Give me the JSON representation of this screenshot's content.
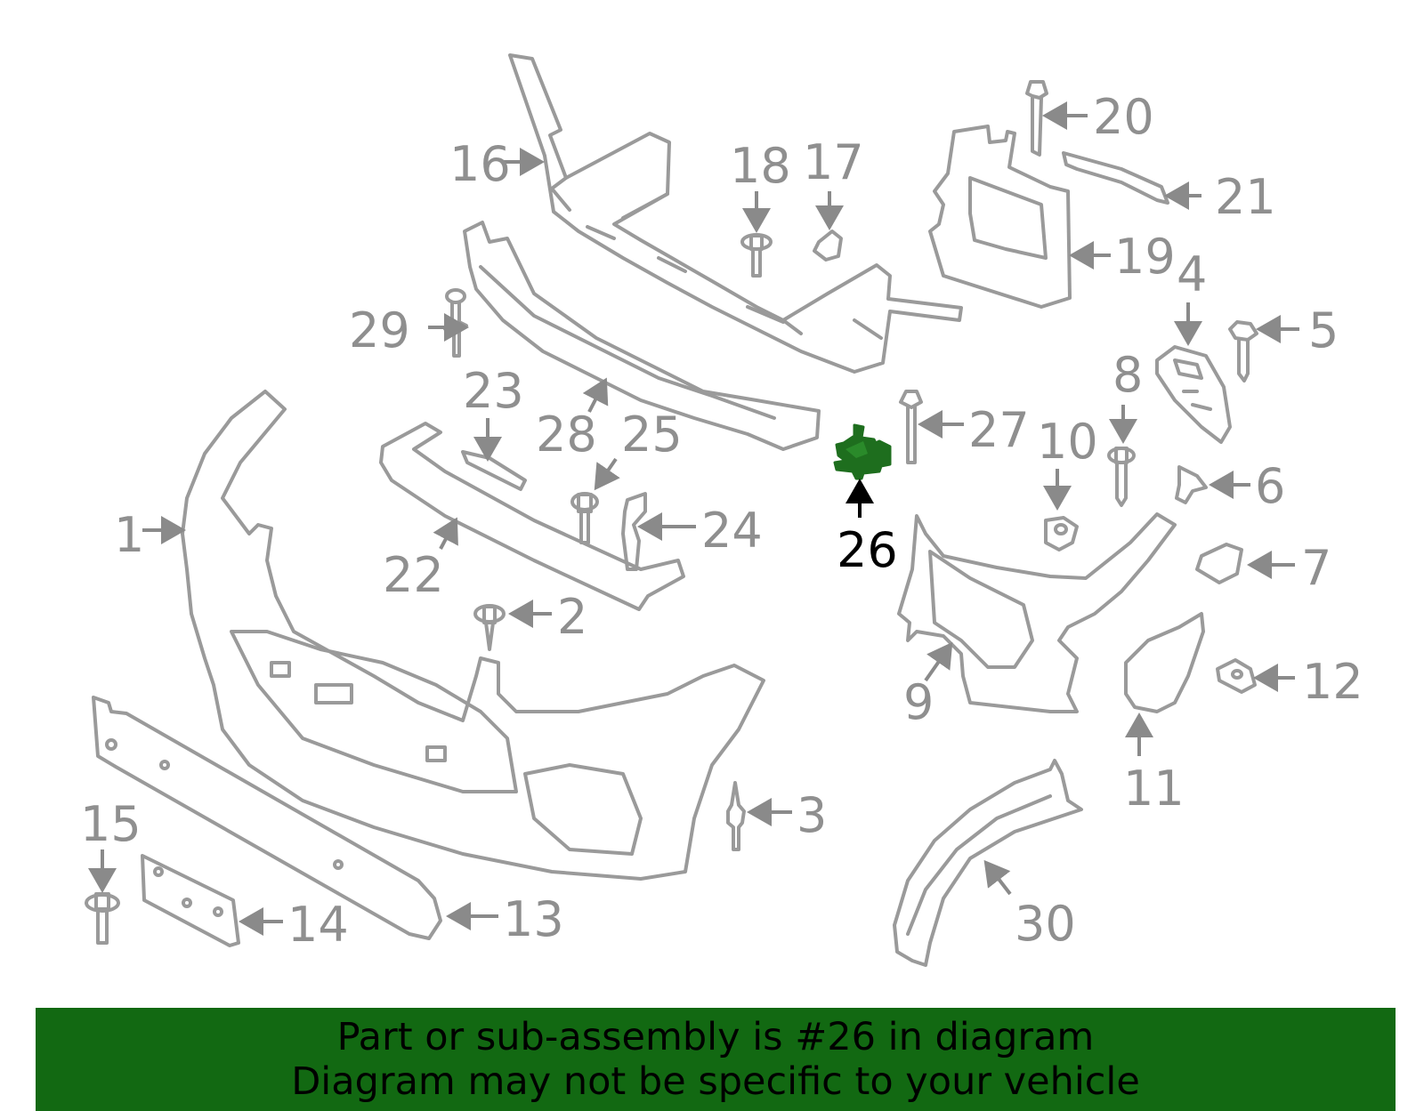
{
  "colors": {
    "part_stroke": "#9a9a9a",
    "label": "#8f8f8f",
    "highlight_part": "#1e6e1e",
    "banner_bg": "#126912",
    "highlight_label": "#000000"
  },
  "highlighted_part": "26",
  "labels": {
    "p1": "1",
    "p2": "2",
    "p3": "3",
    "p4": "4",
    "p5": "5",
    "p6": "6",
    "p7": "7",
    "p8": "8",
    "p9": "9",
    "p10": "10",
    "p11": "11",
    "p12": "12",
    "p13": "13",
    "p14": "14",
    "p15": "15",
    "p16": "16",
    "p17": "17",
    "p18": "18",
    "p19": "19",
    "p20": "20",
    "p21": "21",
    "p22": "22",
    "p23": "23",
    "p24": "24",
    "p25": "25",
    "p26": "26",
    "p27": "27",
    "p28": "28",
    "p29": "29",
    "p30": "30"
  },
  "banner": {
    "line1": "Part or sub-assembly is #26 in diagram",
    "line2": "Diagram may not be specific to your vehicle"
  }
}
